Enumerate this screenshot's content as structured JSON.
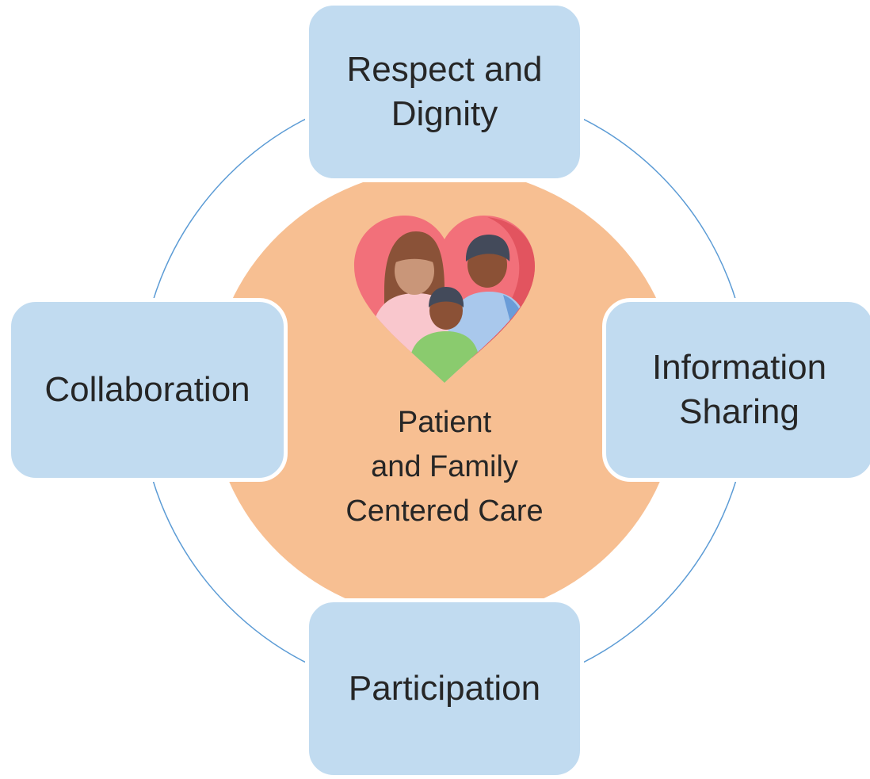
{
  "center": {
    "label": "Patient\nand Family\nCentered Care",
    "icon": "family-heart-icon",
    "color": "#f7bf92"
  },
  "nodes": {
    "top": "Respect and\nDignity",
    "right": "Information\nSharing",
    "bottom": "Participation",
    "left": "Collaboration"
  },
  "colors": {
    "node_fill": "#c1dbf0",
    "ring_stroke": "#5b9bd5",
    "text": "#262626"
  }
}
